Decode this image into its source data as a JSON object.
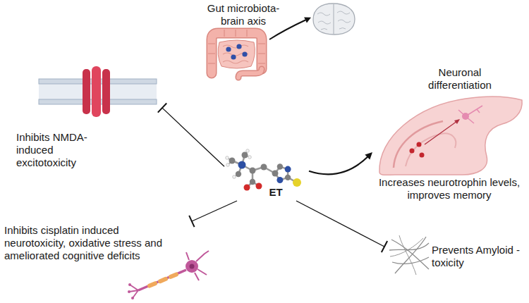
{
  "diagram": {
    "nodes": [
      {
        "text": [
          "Gut microbiota- brain axis"
        ]
      },
      {
        "text": [
          "Inhibits NMDA- induced excitotoxicity"
        ]
      },
      {
        "text": [
          "ET"
        ]
      },
      {
        "text": [
          "Neuronal differentiation",
          "Increases neurotrophin levels, improves memory"
        ]
      },
      {
        "text": [
          "Inhibits cisplatin induced neurotoxicity, oxidative stress and ameliorated cognitive deficits"
        ]
      },
      {
        "text": [
          "Prevents Amyloid - toxicity"
        ]
      }
    ],
    "edges": [
      {
        "from": 2,
        "to": 1,
        "arrow": "to"
      },
      {
        "from": 2,
        "to": 3,
        "arrow": "to"
      },
      {
        "from": 2,
        "to": 4,
        "arrow": "to"
      },
      {
        "from": 2,
        "to": 5,
        "arrow": "to"
      }
    ]
  }
}
